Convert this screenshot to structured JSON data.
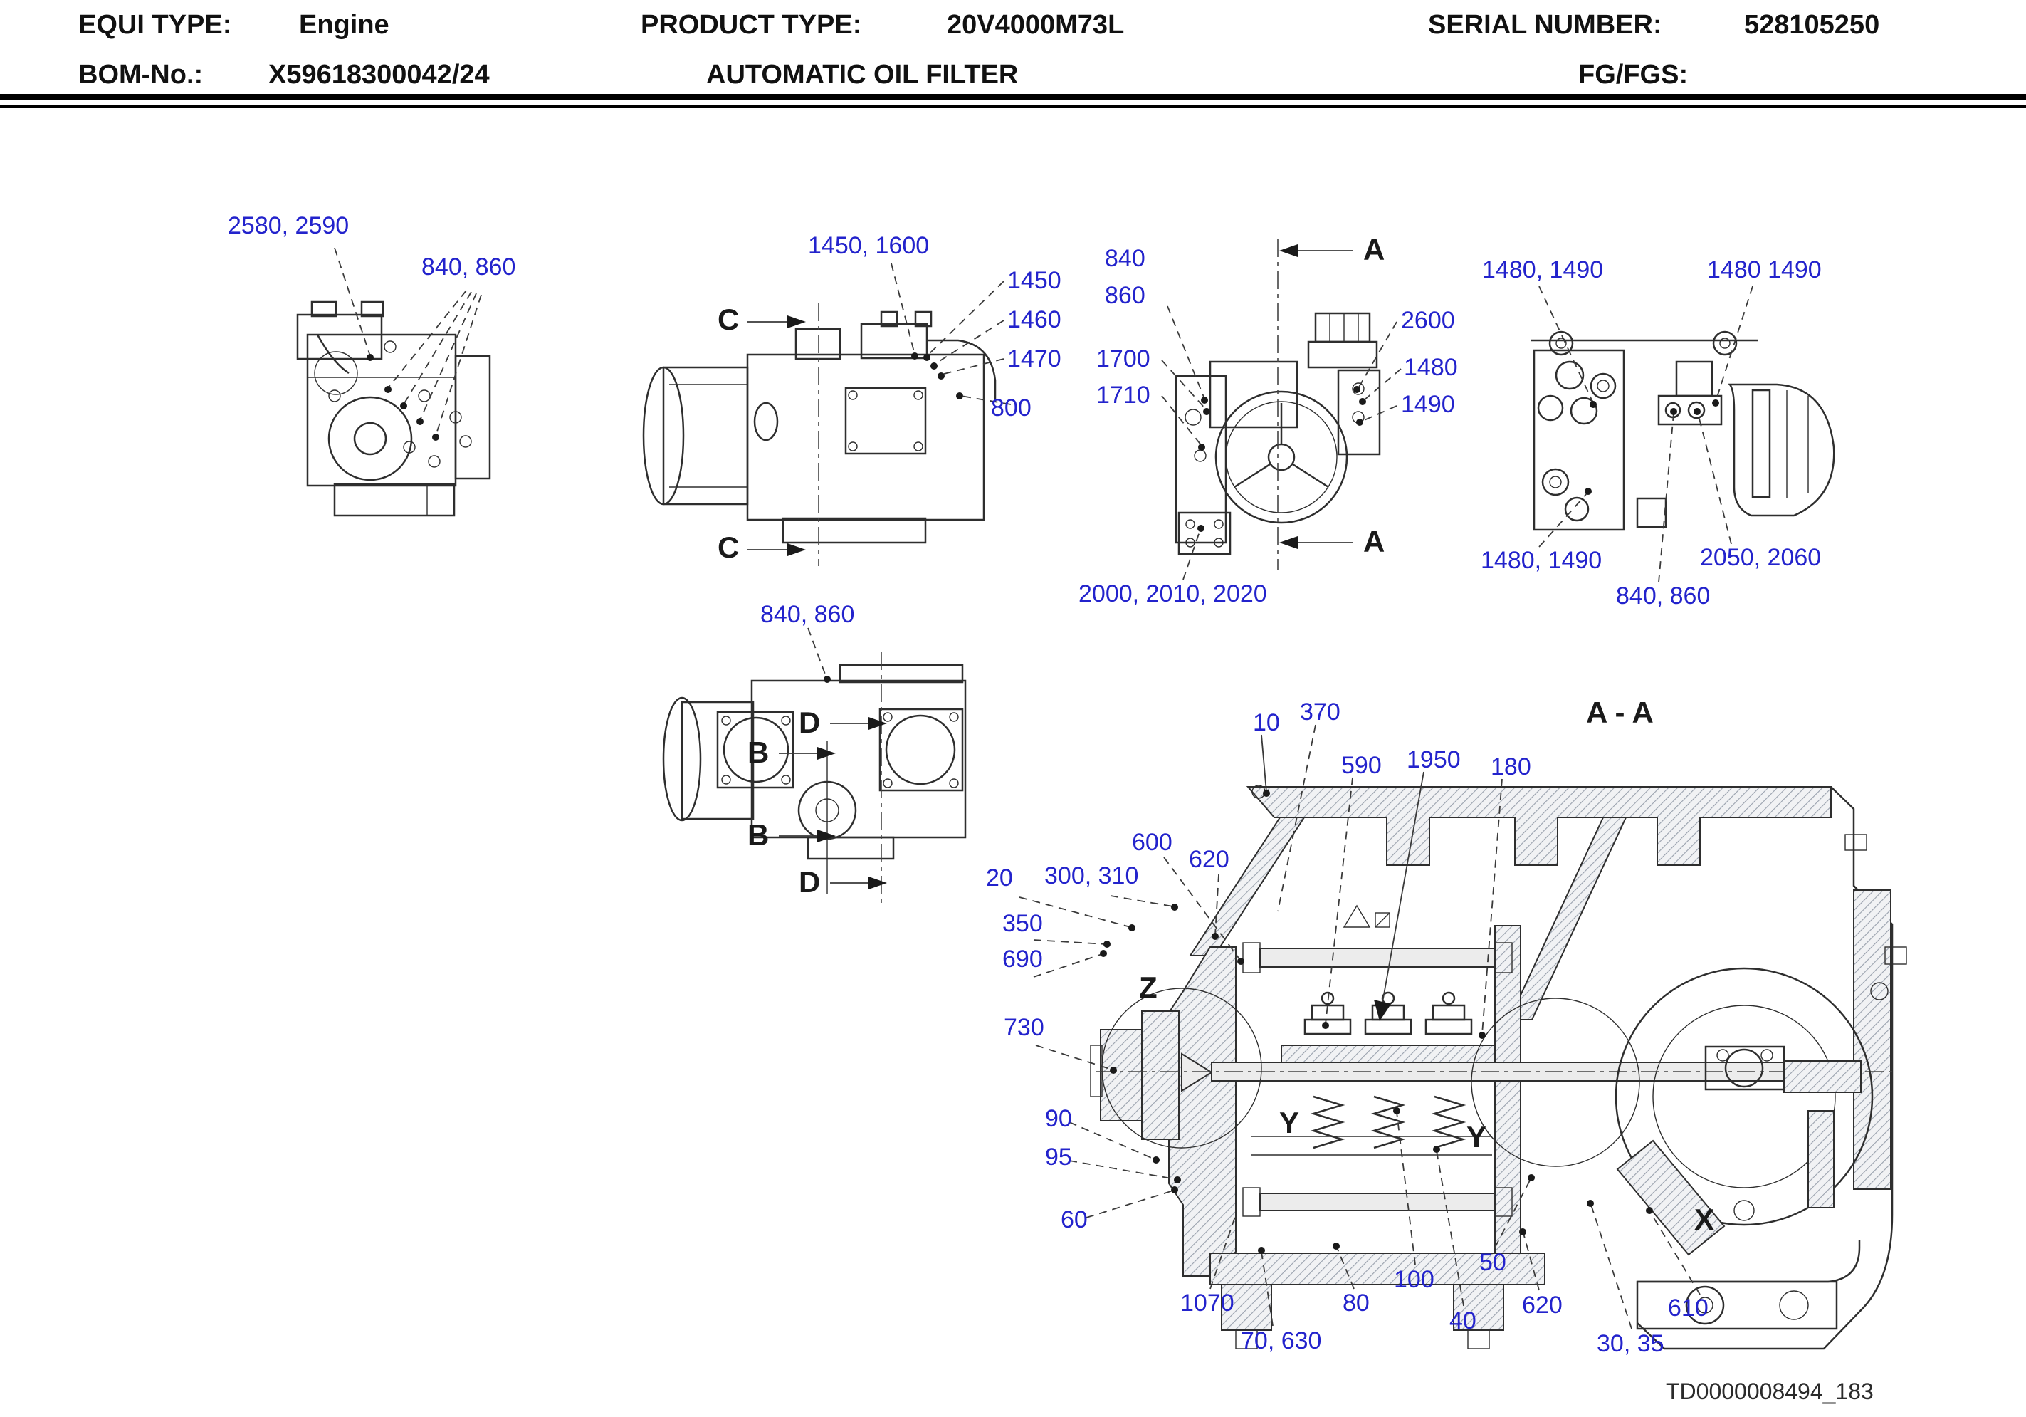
{
  "header": {
    "equi_type_label": "EQUI TYPE:",
    "equi_type_value": "Engine",
    "product_type_label": "PRODUCT TYPE:",
    "product_type_value": "20V4000M73L",
    "serial_label": "SERIAL NUMBER:",
    "serial_value": "528105250",
    "bom_label": "BOM-No.:",
    "bom_value": "X59618300042/24",
    "subtitle": "AUTOMATIC OIL FILTER",
    "fg_label": "FG/FGS:",
    "fg_value": ""
  },
  "footer": {
    "drawing_code": "TD0000008494_183"
  },
  "colors": {
    "callout_blue": "#2323cc",
    "line_dark": "#2e2e2e"
  },
  "section_markers": {
    "c_top": "C",
    "c_bottom": "C",
    "a_top": "A",
    "a_bottom": "A",
    "b_upper": "B",
    "d_upper": "D",
    "b_lower": "B",
    "d_lower": "D",
    "section_title": "A - A",
    "z": "Z",
    "y_left": "Y",
    "y_right": "Y",
    "x": "X"
  },
  "callouts": [
    {
      "text": "2580, 2590"
    },
    {
      "text": "840, 860"
    },
    {
      "text": "1450, 1600"
    },
    {
      "text": "1450"
    },
    {
      "text": "1460"
    },
    {
      "text": "1470"
    },
    {
      "text": "800"
    },
    {
      "text": "840"
    },
    {
      "text": "860"
    },
    {
      "text": "1700"
    },
    {
      "text": "1710"
    },
    {
      "text": "2600"
    },
    {
      "text": "1480"
    },
    {
      "text": "1490"
    },
    {
      "text": "2000, 2010, 2020"
    },
    {
      "text": "1480, 1490"
    },
    {
      "text": "1480 1490"
    },
    {
      "text": "1480, 1490"
    },
    {
      "text": "2050, 2060"
    },
    {
      "text": "840, 860"
    },
    {
      "text": "840, 860"
    },
    {
      "text": "10"
    },
    {
      "text": "370"
    },
    {
      "text": "590"
    },
    {
      "text": "1950"
    },
    {
      "text": "180"
    },
    {
      "text": "600"
    },
    {
      "text": "620"
    },
    {
      "text": "20"
    },
    {
      "text": "300, 310"
    },
    {
      "text": "350"
    },
    {
      "text": "690"
    },
    {
      "text": "730"
    },
    {
      "text": "90"
    },
    {
      "text": "95"
    },
    {
      "text": "60"
    },
    {
      "text": "1070"
    },
    {
      "text": "70, 630"
    },
    {
      "text": "80"
    },
    {
      "text": "100"
    },
    {
      "text": "40"
    },
    {
      "text": "50"
    },
    {
      "text": "620"
    },
    {
      "text": "30, 35"
    },
    {
      "text": "610"
    }
  ]
}
